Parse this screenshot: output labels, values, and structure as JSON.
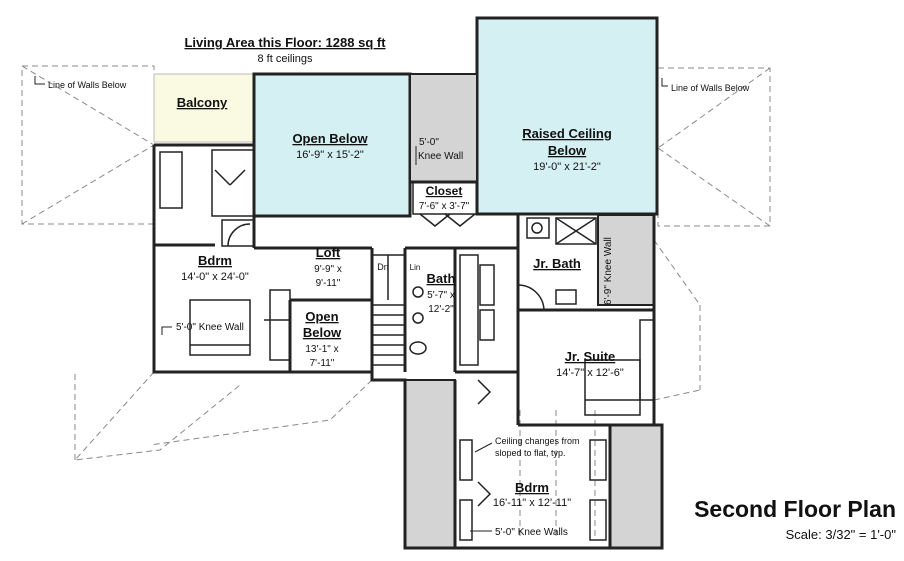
{
  "header": {
    "living_area": "Living Area this Floor: 1288 sq ft",
    "ceilings": "8 ft ceilings"
  },
  "plan": {
    "title": "Second Floor Plan",
    "scale": "Scale: 3/32\" = 1'-0\""
  },
  "annotations": {
    "walls_below_left": "Line of Walls Below",
    "walls_below_right": "Line of Walls Below",
    "knee_wall_5_top": "5'-0\"",
    "knee_wall_5_top_2": "Knee Wall",
    "knee_wall_bdrm": "5'-0\" Knee Wall",
    "knee_wall_jr": "6'-9\" Knee Wall",
    "knee_walls_bottom": "5'-0\" Knee Walls",
    "ceiling_note_1": "Ceiling changes from",
    "ceiling_note_2": "sloped to flat, typ.",
    "stair_dn": "Dn",
    "stair_lin": "Lin"
  },
  "rooms": {
    "balcony": {
      "name": "Balcony"
    },
    "open_below_1": {
      "name": "Open Below",
      "dims": "16'-9\" x 15'-2\""
    },
    "raised_ceiling": {
      "name1": "Raised Ceiling",
      "name2": "Below",
      "dims": "19'-0\" x 21'-2\""
    },
    "closet": {
      "name": "Closet",
      "dims": "7'-6\" x 3'-7\""
    },
    "bdrm_left": {
      "name": "Bdrm",
      "dims": "14'-0\" x 24'-0\""
    },
    "loft": {
      "name": "Loft",
      "dims1": "9'-9\" x",
      "dims2": "9'-11\""
    },
    "open_below_2": {
      "name1": "Open",
      "name2": "Below",
      "dims1": "13'-1\" x",
      "dims2": "7'-11\""
    },
    "bath": {
      "name": "Bath",
      "dims1": "5'-7\" x",
      "dims2": "12'-2\""
    },
    "jr_bath": {
      "name": "Jr. Bath"
    },
    "jr_suite": {
      "name": "Jr. Suite",
      "dims": "14'-7\" x 12'-6\""
    },
    "bdrm_bottom": {
      "name": "Bdrm",
      "dims": "16'-11\" x 12'-11\""
    }
  },
  "colors": {
    "open_below_fill": "#d5f0f3",
    "balcony_fill": "#fafae3",
    "knee_wall_fill": "#d4d4d4",
    "wall": "#222222",
    "dashed": "#8a8a8a"
  }
}
